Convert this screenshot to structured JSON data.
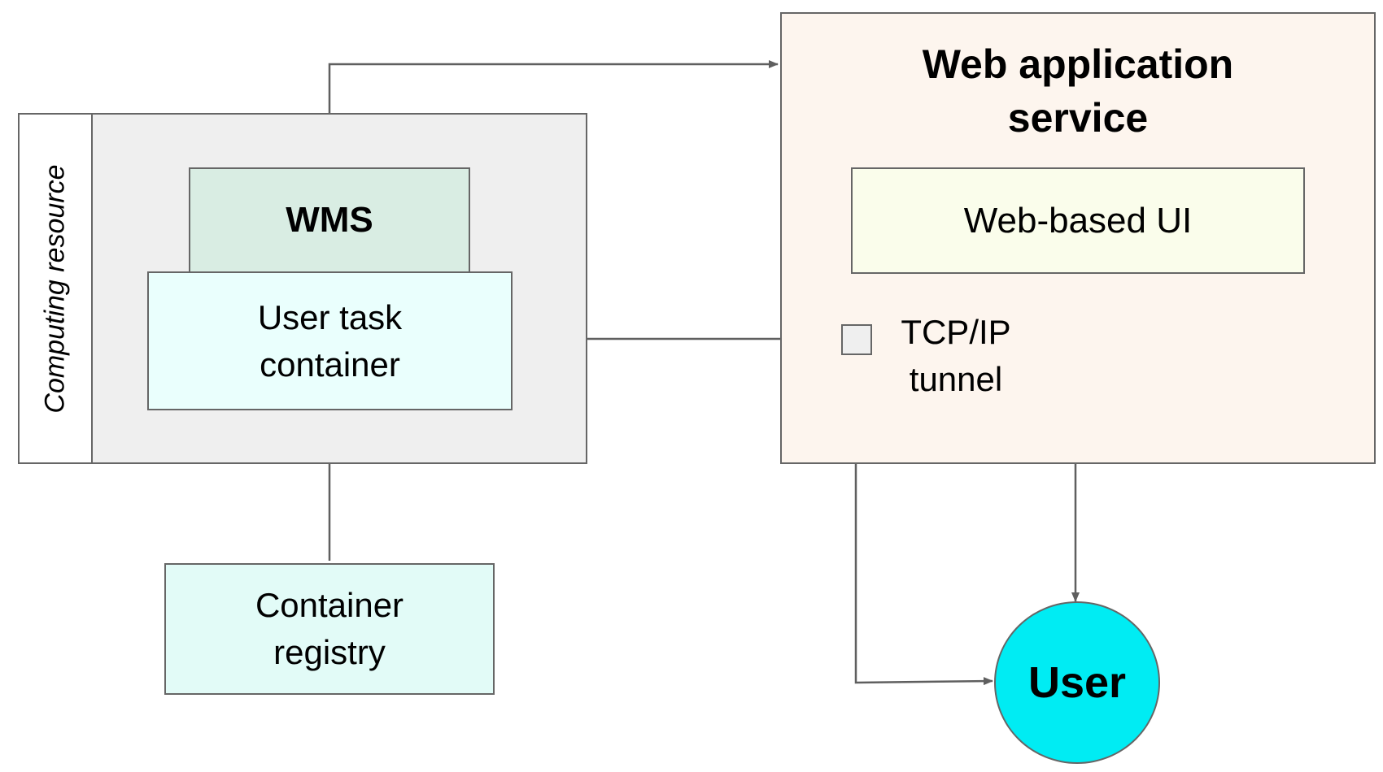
{
  "diagram": {
    "computing_resource": {
      "label": "Computing resource",
      "fill": "#efefef",
      "label_fill": "#ffffff"
    },
    "wms": {
      "label": "WMS",
      "fill": "#d9ede3"
    },
    "user_task_container": {
      "label": "User task\ncontainer",
      "fill": "#eafffd"
    },
    "container_registry": {
      "label": "Container\nregistry",
      "fill": "#e2fbf7"
    },
    "web_application_service": {
      "title": "Web application\nservice",
      "fill": "#fdf5ee"
    },
    "web_based_ui": {
      "label": "Web-based UI",
      "fill": "#fafdeb"
    },
    "tcp_ip_tunnel": {
      "label": "TCP/IP\ntunnel",
      "fill": "#efefef"
    },
    "user": {
      "label": "User",
      "fill": "#00ecf3"
    },
    "edge_color": "#5f5f5f"
  }
}
